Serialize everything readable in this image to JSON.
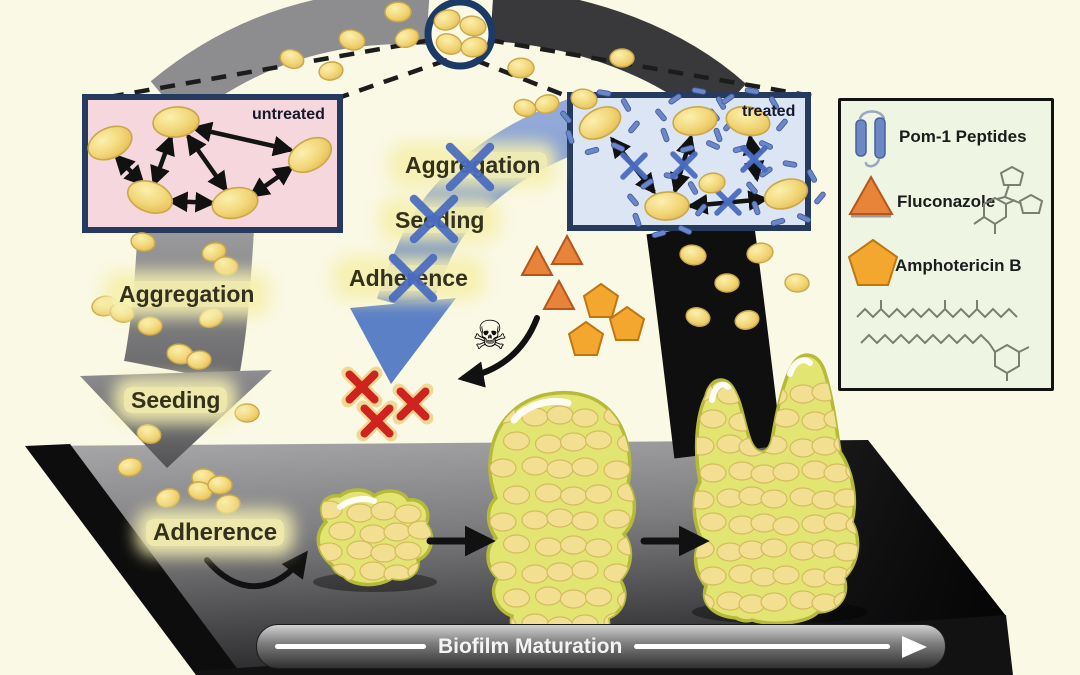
{
  "colors": {
    "background": "#faf9e6",
    "untreated_panel": "#f5d7dd",
    "treated_panel": "#dbe5f3",
    "legend_panel": "#eef5e2",
    "cell_yellow": "#f0d173",
    "blocked_arrow_blue": "#5b80c6",
    "cross_red": "#cf2320",
    "fluconazole_orange": "#e8833a",
    "amphotericin_orange": "#f3a72e"
  },
  "panels": {
    "untreated_label": "untreated",
    "treated_label": "treated"
  },
  "untreated_path": {
    "aggregation": "Aggregation",
    "seeding": "Seeding",
    "adherence": "Adherence"
  },
  "blocked_path": {
    "aggregation": "Aggregation",
    "seeding": "Seeding",
    "adherence": "Adherence"
  },
  "legend": {
    "items": [
      {
        "icon": "pom1-peptides-icon",
        "label": "Pom-1 Peptides"
      },
      {
        "icon": "fluconazole-icon",
        "label": "Fluconazole"
      },
      {
        "icon": "amphotericin-b-icon",
        "label": "Amphotericin B"
      }
    ]
  },
  "bottom_bar": {
    "label": "Biofilm Maturation"
  },
  "symbols": {
    "skull": "☠"
  }
}
